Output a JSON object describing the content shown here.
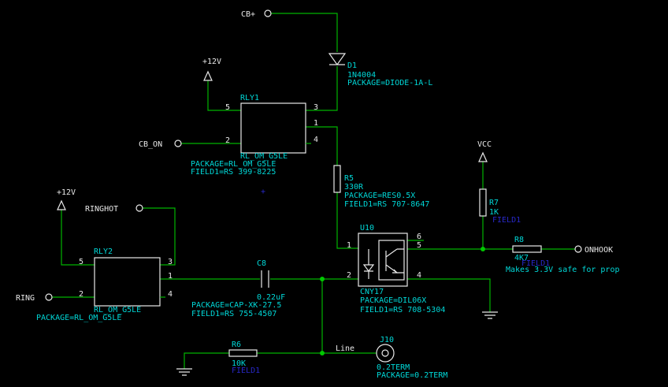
{
  "ports": {
    "cb_plus": "CB+",
    "cb_on": "CB_ON",
    "ringhot": "RINGHOT",
    "ring": "RING",
    "onhook": "ONHOOK",
    "line": "Line"
  },
  "power": {
    "v12_top": "+12V",
    "v12_left": "+12V",
    "vcc": "VCC"
  },
  "d1": {
    "ref": "D1",
    "value": "1N4004",
    "package": "PACKAGE=DIODE-1A-L"
  },
  "rly1": {
    "ref": "RLY1",
    "value": "RL_OM_G5LE",
    "package": "PACKAGE=RL_OM_G5LE",
    "field": "FIELD1=RS 399-8225",
    "marker": "+",
    "pins": [
      "5",
      "2",
      "3",
      "1",
      "4"
    ]
  },
  "rly2": {
    "ref": "RLY2",
    "value": "RL_OM_G5LE",
    "package": "PACKAGE=RL_OM_G5LE",
    "pins": [
      "5",
      "2",
      "3",
      "1",
      "4"
    ]
  },
  "r5": {
    "ref": "R5",
    "value": "330R",
    "package": "PACKAGE=RES0.5X",
    "field": "FIELD1=RS 707-8647"
  },
  "r7": {
    "ref": "R7",
    "value": "1K",
    "field": "FIELD1"
  },
  "r8": {
    "ref": "R8",
    "value": "4K7",
    "field": "FIELD1",
    "note": "Makes 3.3V safe for prop"
  },
  "r6": {
    "ref": "R6",
    "value": "10K",
    "field": "FIELD1"
  },
  "c8": {
    "ref": "C8",
    "value": "0.22uF",
    "package": "PACKAGE=CAP-XK-27.5",
    "field": "FIELD1=RS 755-4507"
  },
  "u10": {
    "ref": "U10",
    "value": "CNY17",
    "package": "PACKAGE=DIL06X",
    "field": "FIELD1=RS 708-5304",
    "pins": [
      "6",
      "5",
      "1",
      "2",
      "4"
    ]
  },
  "j10": {
    "ref": "J10",
    "value": "0.2TERM",
    "package": "PACKAGE=0.2TERM"
  },
  "colors": {
    "background": "#000000",
    "wire": "#00b400",
    "label": "#00d7d7",
    "part": "#e8e8e8",
    "attribute": "#2828c8"
  }
}
